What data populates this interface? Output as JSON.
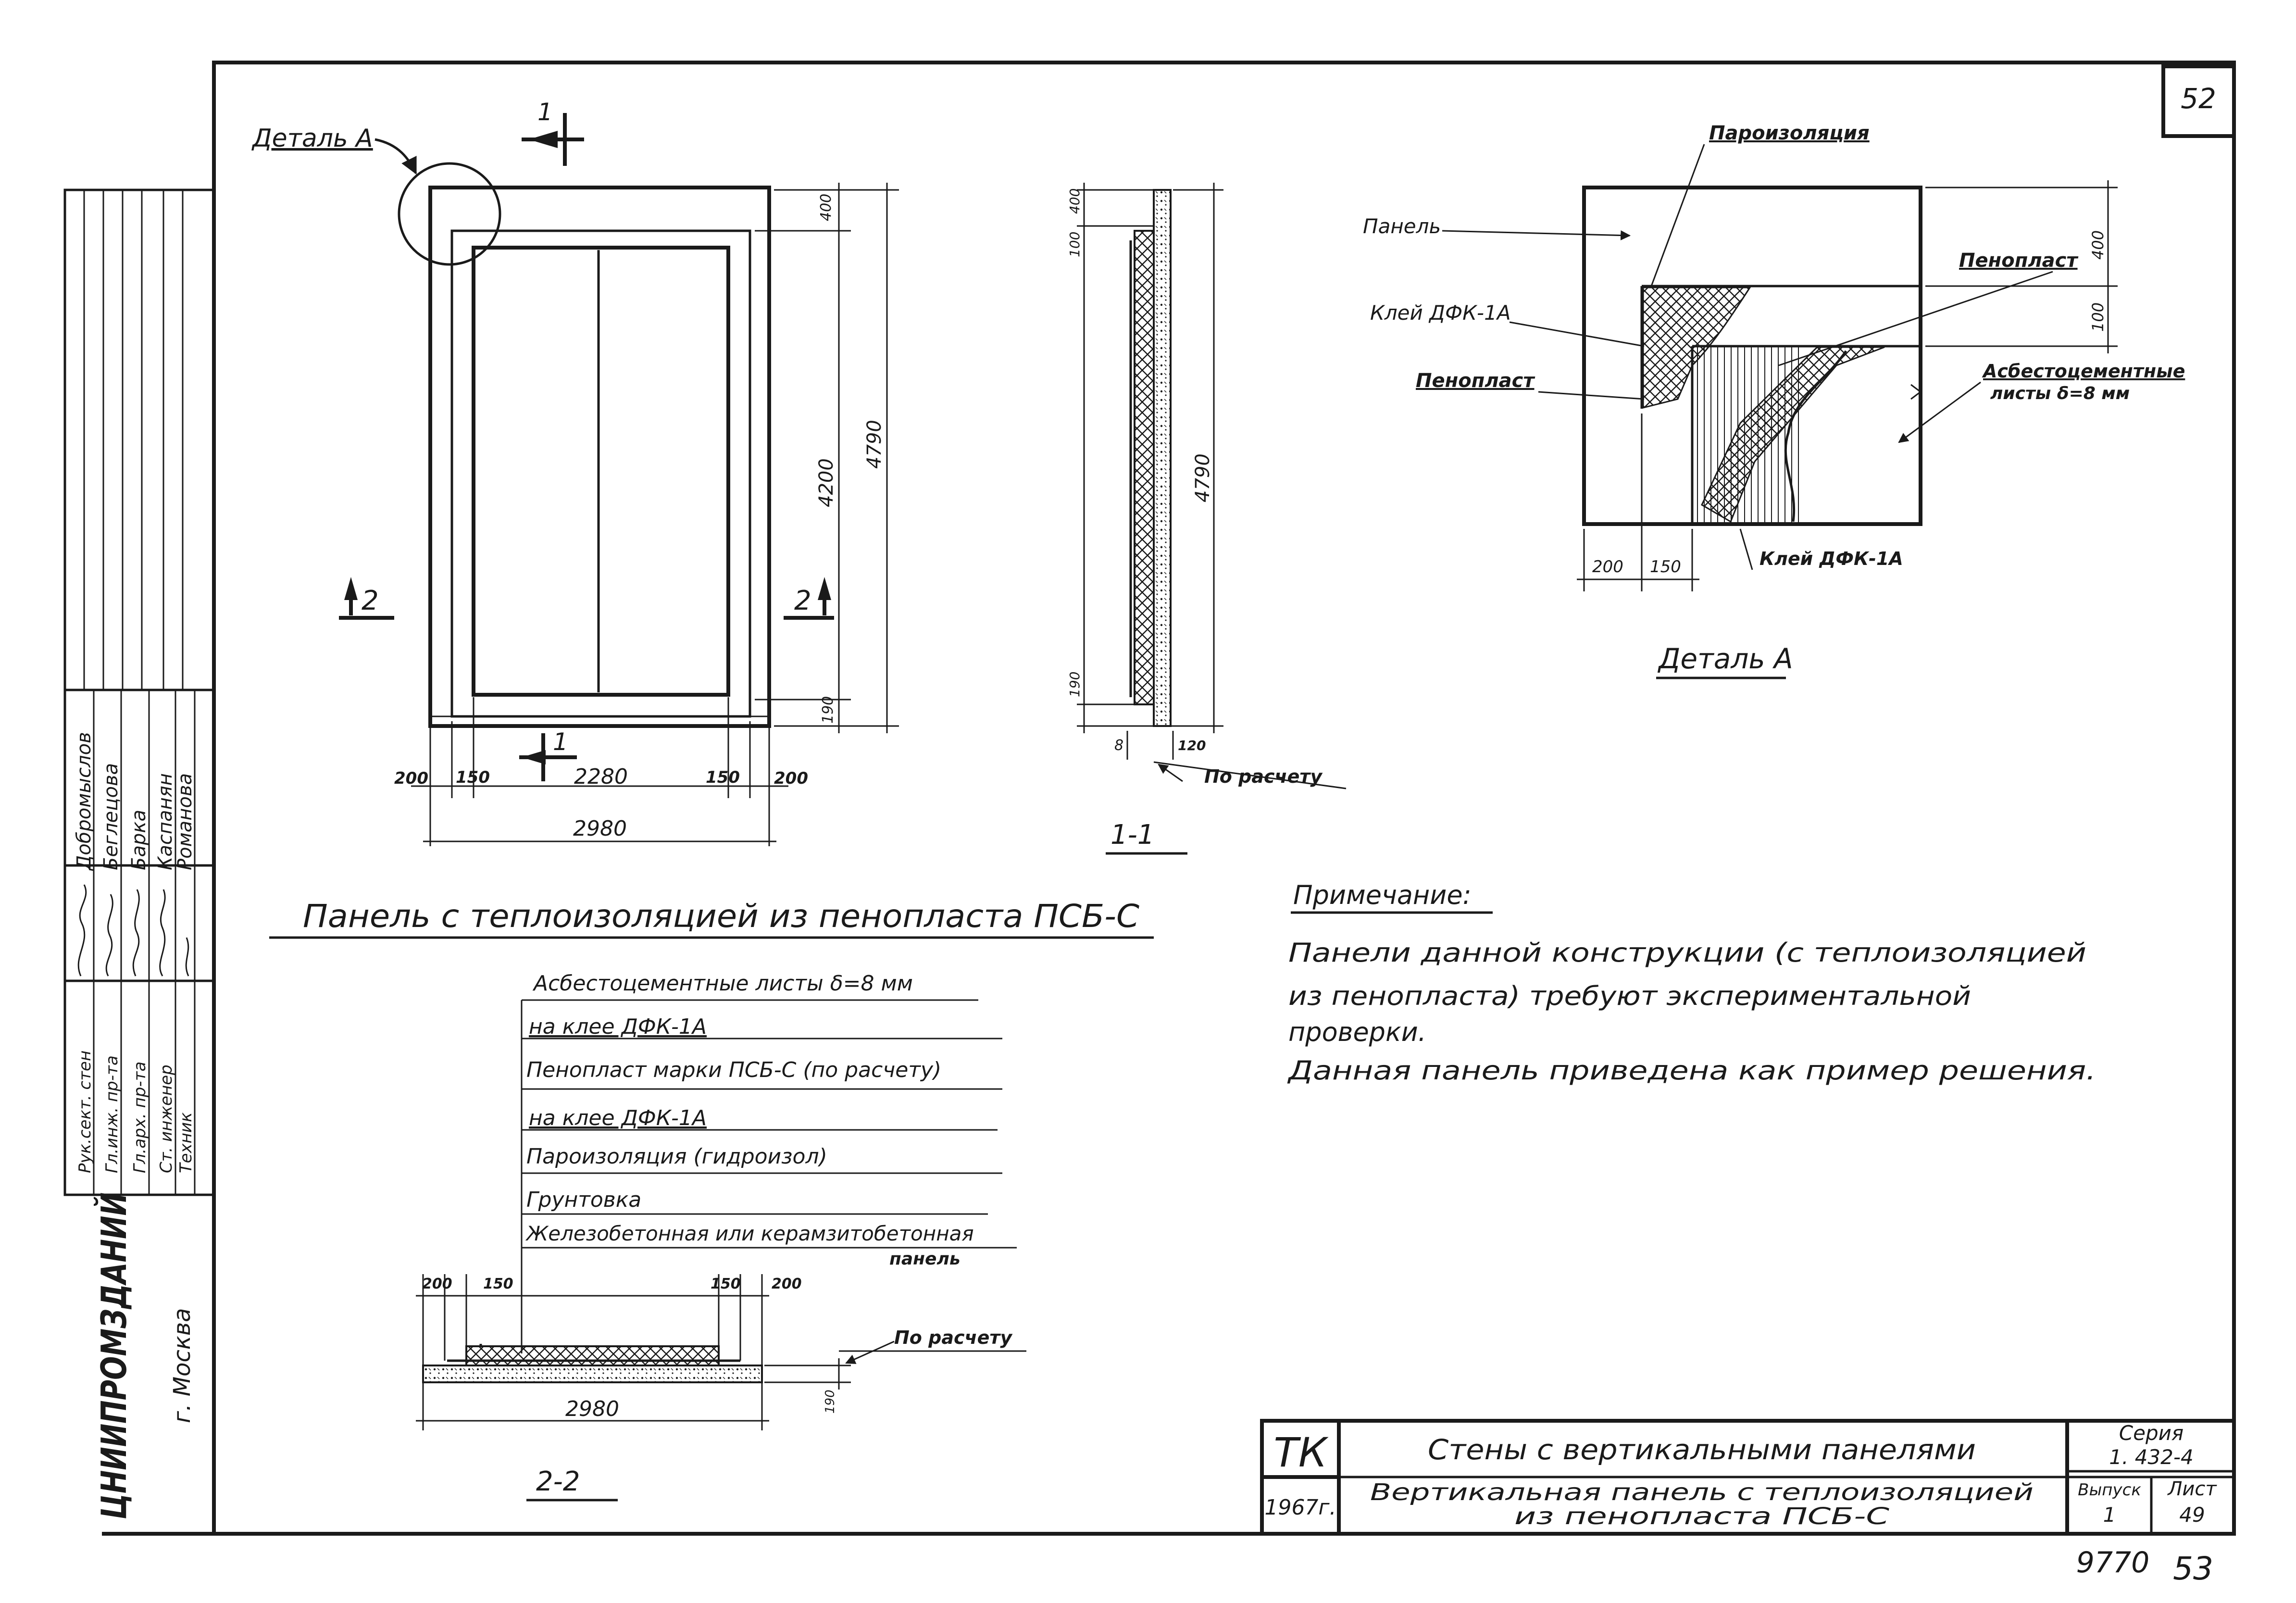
{
  "sheet": {
    "number": "52",
    "bottom_code": "9770",
    "bottom_page": "53"
  },
  "left_stamp": {
    "organization": "ЦНИИПРОМЗДАНИЙ",
    "city": "г. Москва",
    "roles": [
      "Рук.сект. стен",
      "Гл.инж. пр-та",
      "Гл.арх. пр-та",
      "Ст. инженер",
      "Техник"
    ],
    "names": [
      "Добромыслов",
      "Беглецова",
      "Барка",
      "Каспанян",
      "Романова"
    ]
  },
  "elevation": {
    "detail_callout": "Деталь А",
    "section_1_mark": "1",
    "section_2_mark": "2",
    "dims": {
      "w_total": "2980",
      "w_inner": "2280",
      "w_edge": "200",
      "w_frame": "150",
      "h_total": "4790",
      "h_inner": "4200",
      "h_top": "400",
      "h_bottom": "190"
    },
    "title": "Панель с теплоизоляцией из пенопласта ПСБ-С"
  },
  "section_1_1": {
    "label": "1-1",
    "dims": {
      "top1": "100",
      "top2": "400",
      "height": "4790",
      "bottom": "190",
      "w1": "8",
      "w2": "120"
    },
    "note": "По расчету"
  },
  "detail_a": {
    "title": "Деталь А",
    "labels": {
      "vapor": "Пароизоляция",
      "panel": "Панель",
      "glue_top": "Клей ДФК-1А",
      "foam_left": "Пенопласт",
      "foam_right": "Пенопласт",
      "asbestos": "Асбестоцементные",
      "asbestos_sub": "листы δ=8 мм",
      "glue_bottom": "Клей ДФК-1А"
    },
    "dims": {
      "d400": "400",
      "d100": "100",
      "d200": "200",
      "d150": "150"
    }
  },
  "section_2_2": {
    "label": "2-2",
    "layers": [
      "Асбестоцементные листы δ=8 мм",
      "на клее ДФК-1А",
      "Пенопласт марки ПСБ-С (по расчету)",
      "на клее ДФК-1А",
      "Пароизоляция (гидроизол)",
      "Грунтовка",
      "Железобетонная или керамзитобетонная",
      "панель"
    ],
    "dims": {
      "left200": "200",
      "left150": "150",
      "right150": "150",
      "right200": "200",
      "total": "2980",
      "h": "190"
    },
    "note": "По расчету"
  },
  "note": {
    "heading": "Примечание:",
    "lines": [
      "Панели данной конструкции (с теплоизоляцией",
      "из пенопласта) требуют экспериментальной",
      "проверки.",
      "Данная панель приведена как пример решения."
    ]
  },
  "title_block": {
    "tk": "ТК",
    "year": "1967г.",
    "title_main": "Стены с вертикальными панелями",
    "title_sub_1": "Вертикальная панель с теплоизоляцией",
    "title_sub_2": "из пенопласта ПСБ-С",
    "series_label": "Серия",
    "series_value": "1. 432-4",
    "issue_label": "Выпуск",
    "issue_value": "1",
    "sheet_label": "Лист",
    "sheet_value": "49"
  }
}
